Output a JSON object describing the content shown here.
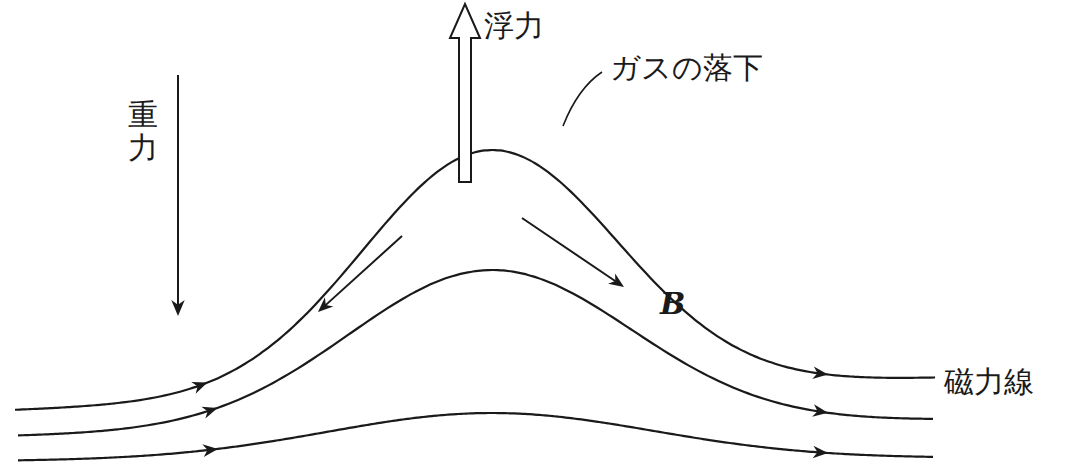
{
  "diagram": {
    "labels": [
      "浮力",
      "重力",
      "ガスの落下",
      "B",
      "磁力線"
    ]
  }
}
